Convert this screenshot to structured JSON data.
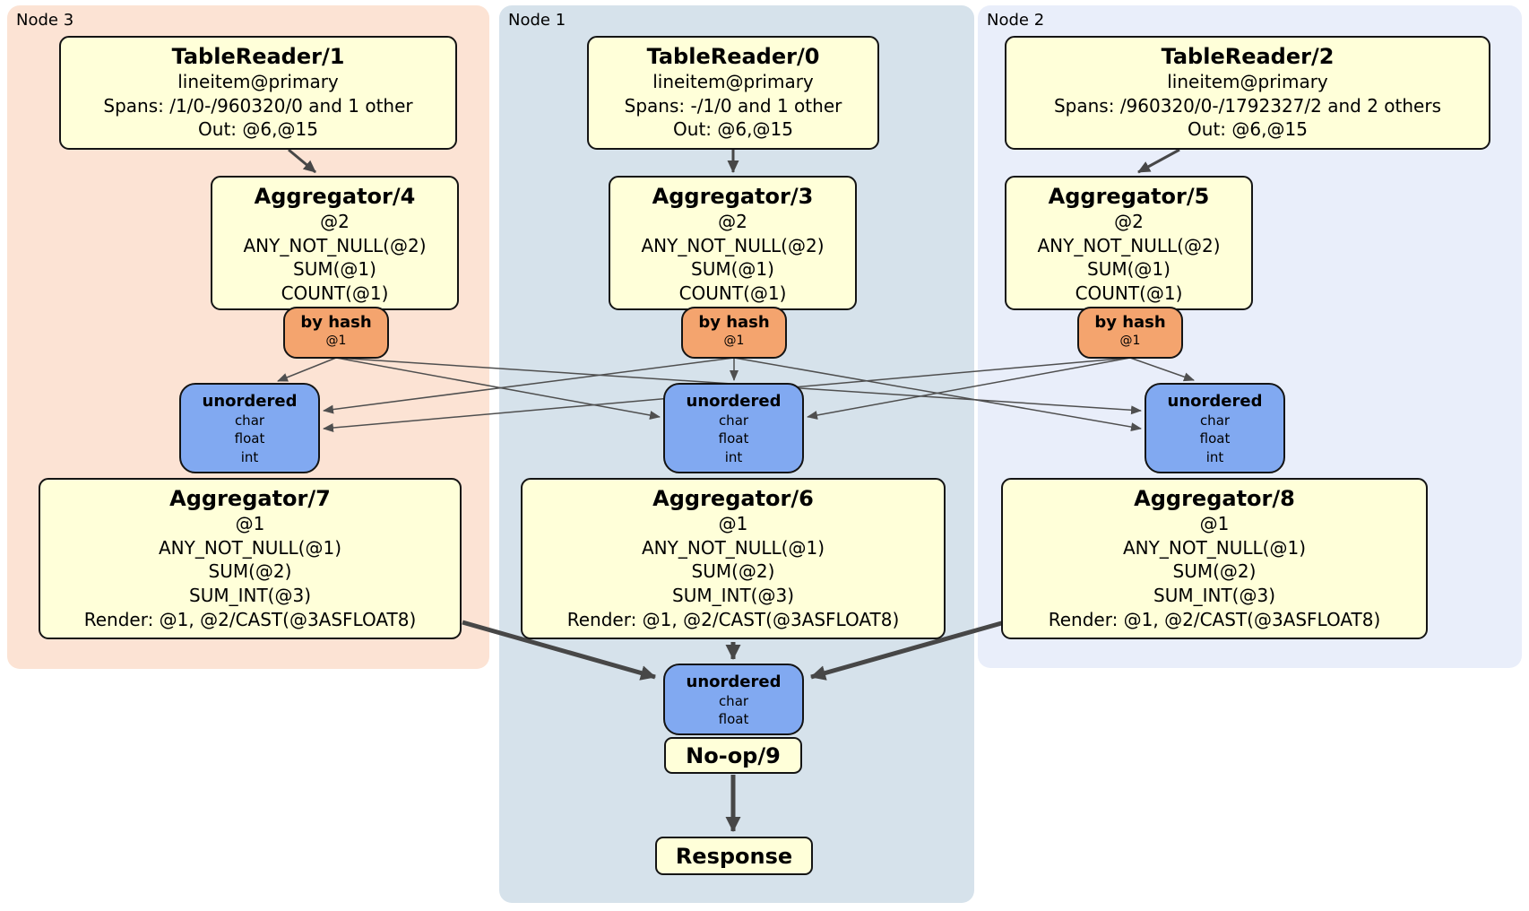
{
  "regions": {
    "node3": {
      "label": "Node 3"
    },
    "node1": {
      "label": "Node 1"
    },
    "node2": {
      "label": "Node 2"
    }
  },
  "processors": {
    "tr1": {
      "title": "TableReader/1",
      "l1": "lineitem@primary",
      "l2": "Spans: /1/0-/960320/0 and 1 other",
      "l3": "Out: @6,@15"
    },
    "tr0": {
      "title": "TableReader/0",
      "l1": "lineitem@primary",
      "l2": "Spans: -/1/0 and 1 other",
      "l3": "Out: @6,@15"
    },
    "tr2": {
      "title": "TableReader/2",
      "l1": "lineitem@primary",
      "l2": "Spans: /960320/0-/1792327/2 and 2 others",
      "l3": "Out: @6,@15"
    },
    "agg4": {
      "title": "Aggregator/4",
      "l1": "@2",
      "l2": "ANY_NOT_NULL(@2)",
      "l3": "SUM(@1)",
      "l4": "COUNT(@1)"
    },
    "agg3": {
      "title": "Aggregator/3",
      "l1": "@2",
      "l2": "ANY_NOT_NULL(@2)",
      "l3": "SUM(@1)",
      "l4": "COUNT(@1)"
    },
    "agg5": {
      "title": "Aggregator/5",
      "l1": "@2",
      "l2": "ANY_NOT_NULL(@2)",
      "l3": "SUM(@1)",
      "l4": "COUNT(@1)"
    },
    "agg7": {
      "title": "Aggregator/7",
      "l1": "@1",
      "l2": "ANY_NOT_NULL(@1)",
      "l3": "SUM(@2)",
      "l4": "SUM_INT(@3)",
      "l5": "Render: @1, @2/CAST(@3ASFLOAT8)"
    },
    "agg6": {
      "title": "Aggregator/6",
      "l1": "@1",
      "l2": "ANY_NOT_NULL(@1)",
      "l3": "SUM(@2)",
      "l4": "SUM_INT(@3)",
      "l5": "Render: @1, @2/CAST(@3ASFLOAT8)"
    },
    "agg8": {
      "title": "Aggregator/8",
      "l1": "@1",
      "l2": "ANY_NOT_NULL(@1)",
      "l3": "SUM(@2)",
      "l4": "SUM_INT(@3)",
      "l5": "Render: @1, @2/CAST(@3ASFLOAT8)"
    }
  },
  "router": {
    "label": "by hash",
    "key": "@1"
  },
  "syncs": {
    "main": {
      "title": "unordered",
      "l1": "char",
      "l2": "float",
      "l3": "int"
    },
    "final": {
      "title": "unordered",
      "l1": "char",
      "l2": "float"
    }
  },
  "noop": {
    "label": "No-op/9"
  },
  "response": {
    "label": "Response"
  },
  "colors": {
    "node3_bg": "#fce3d4",
    "node1_bg": "#d6e2eb",
    "node2_bg": "#e9eefa",
    "processor_fill": "#ffffd9",
    "router_fill": "#f4a46e",
    "sync_fill": "#81a9f1",
    "edge": "#4a4a4a"
  }
}
